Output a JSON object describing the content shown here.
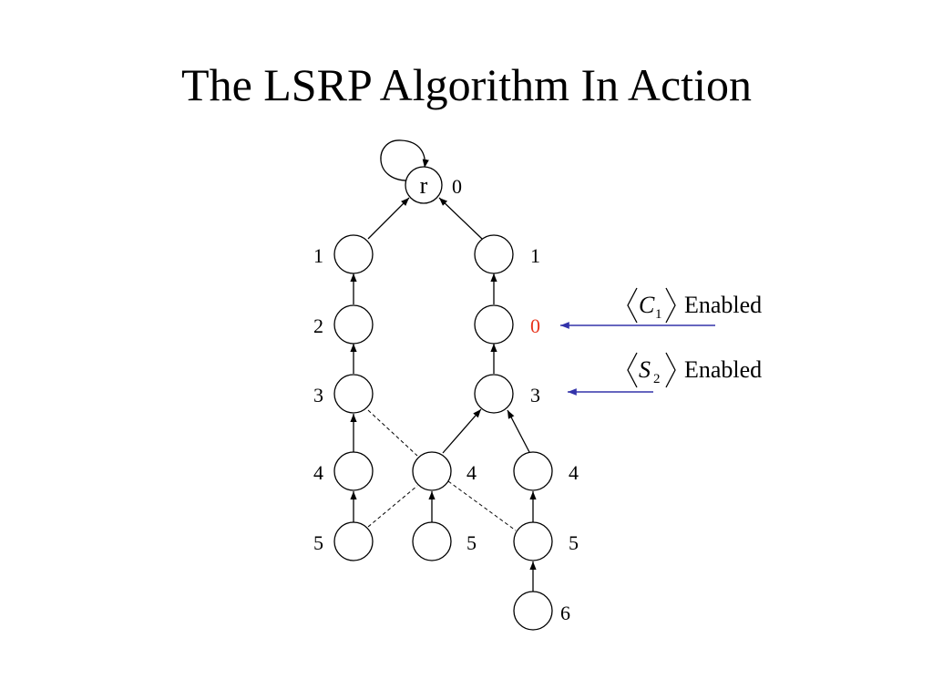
{
  "title": "The LSRP Algorithm In Action",
  "root": {
    "label": "r",
    "distance": "0"
  },
  "distances": {
    "left_1": "1",
    "left_2": "2",
    "left_3": "3",
    "left_4": "4",
    "left_5": "5",
    "right_1": "1",
    "right_2": "0",
    "right_3": "3",
    "mid_4": "4",
    "mid_5": "5",
    "rr_4": "4",
    "rr_5": "5",
    "rr_6": "6"
  },
  "highlight_color": "#e8341c",
  "arrow_color": "#3333aa",
  "annotations": [
    {
      "symbol": "C",
      "subscript": "1",
      "suffix": "Enabled"
    },
    {
      "symbol": "S",
      "subscript": "2",
      "suffix": "Enabled"
    }
  ]
}
